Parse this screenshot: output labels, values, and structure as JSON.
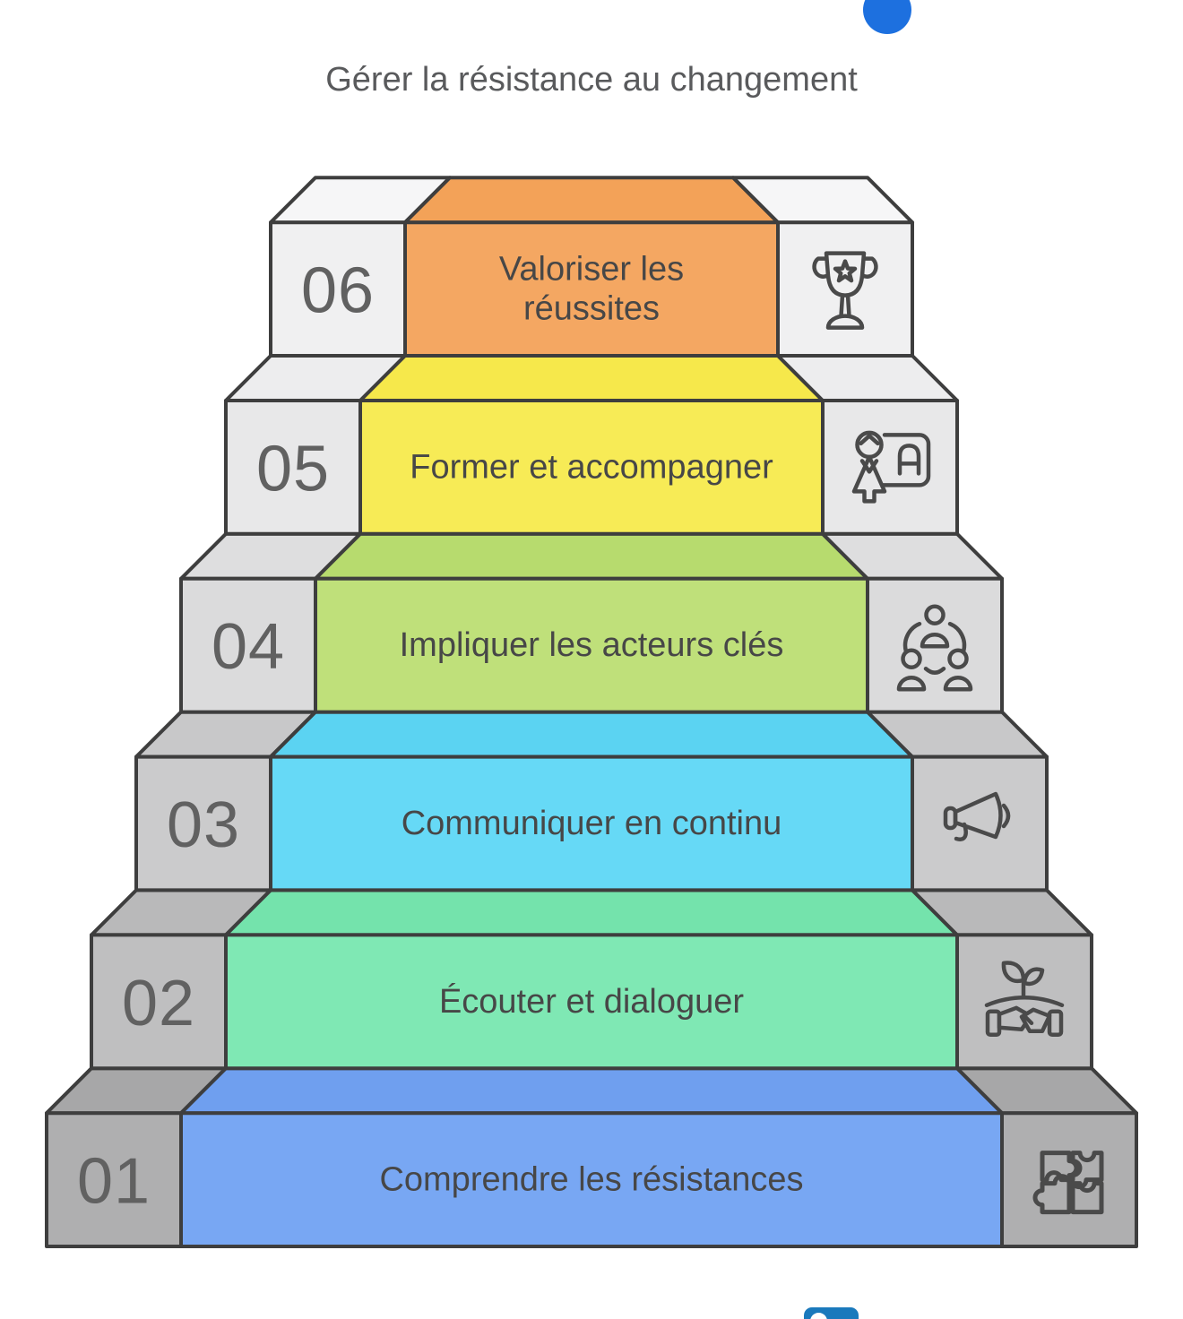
{
  "title": "Gérer la résistance au changement",
  "colors": {
    "background": "#ffffff",
    "outline": "#3e3e3e",
    "number": "#616161",
    "label": "#474747",
    "icon": "#4a4a4a",
    "title": "#595a5c"
  },
  "decorations": {
    "top_dot_color": "#1d70df",
    "watermark_badge_color": "#1a79bc"
  },
  "steps": [
    {
      "number": "01",
      "label": "Comprendre les résistances",
      "icon": "puzzle-icon",
      "band_color": "#78a7f3",
      "band_top_color": "#6f9fef",
      "side_color": "#afafb0",
      "side_top_color": "#a7a7a8"
    },
    {
      "number": "02",
      "label": "Écouter et dialoguer",
      "icon": "growth-handshake-icon",
      "band_color": "#7fe8b4",
      "band_top_color": "#74e3ac",
      "side_color": "#bfbfc0",
      "side_top_color": "#b9b9ba"
    },
    {
      "number": "03",
      "label": "Communiquer en continu",
      "icon": "megaphone-icon",
      "band_color": "#66d9f6",
      "band_top_color": "#5bd3f2",
      "side_color": "#cbcbcc",
      "side_top_color": "#c8c8c9"
    },
    {
      "number": "04",
      "label": "Impliquer les acteurs clés",
      "icon": "team-network-icon",
      "band_color": "#bfe07a",
      "band_top_color": "#b7db6e",
      "side_color": "#dbdbdc",
      "side_top_color": "#dededf"
    },
    {
      "number": "05",
      "label": "Former et accompagner",
      "icon": "training-icon",
      "band_color": "#f7eb56",
      "band_top_color": "#f6e84b",
      "side_color": "#e8e8e9",
      "side_top_color": "#ededee"
    },
    {
      "number": "06",
      "label": "Valoriser les réussites",
      "label_lines": [
        "Valoriser les",
        "réussites"
      ],
      "icon": "trophy-icon",
      "band_color": "#f4a762",
      "band_top_color": "#f3a258",
      "side_color": "#f0f0f1",
      "side_top_color": "#f6f6f7"
    }
  ]
}
